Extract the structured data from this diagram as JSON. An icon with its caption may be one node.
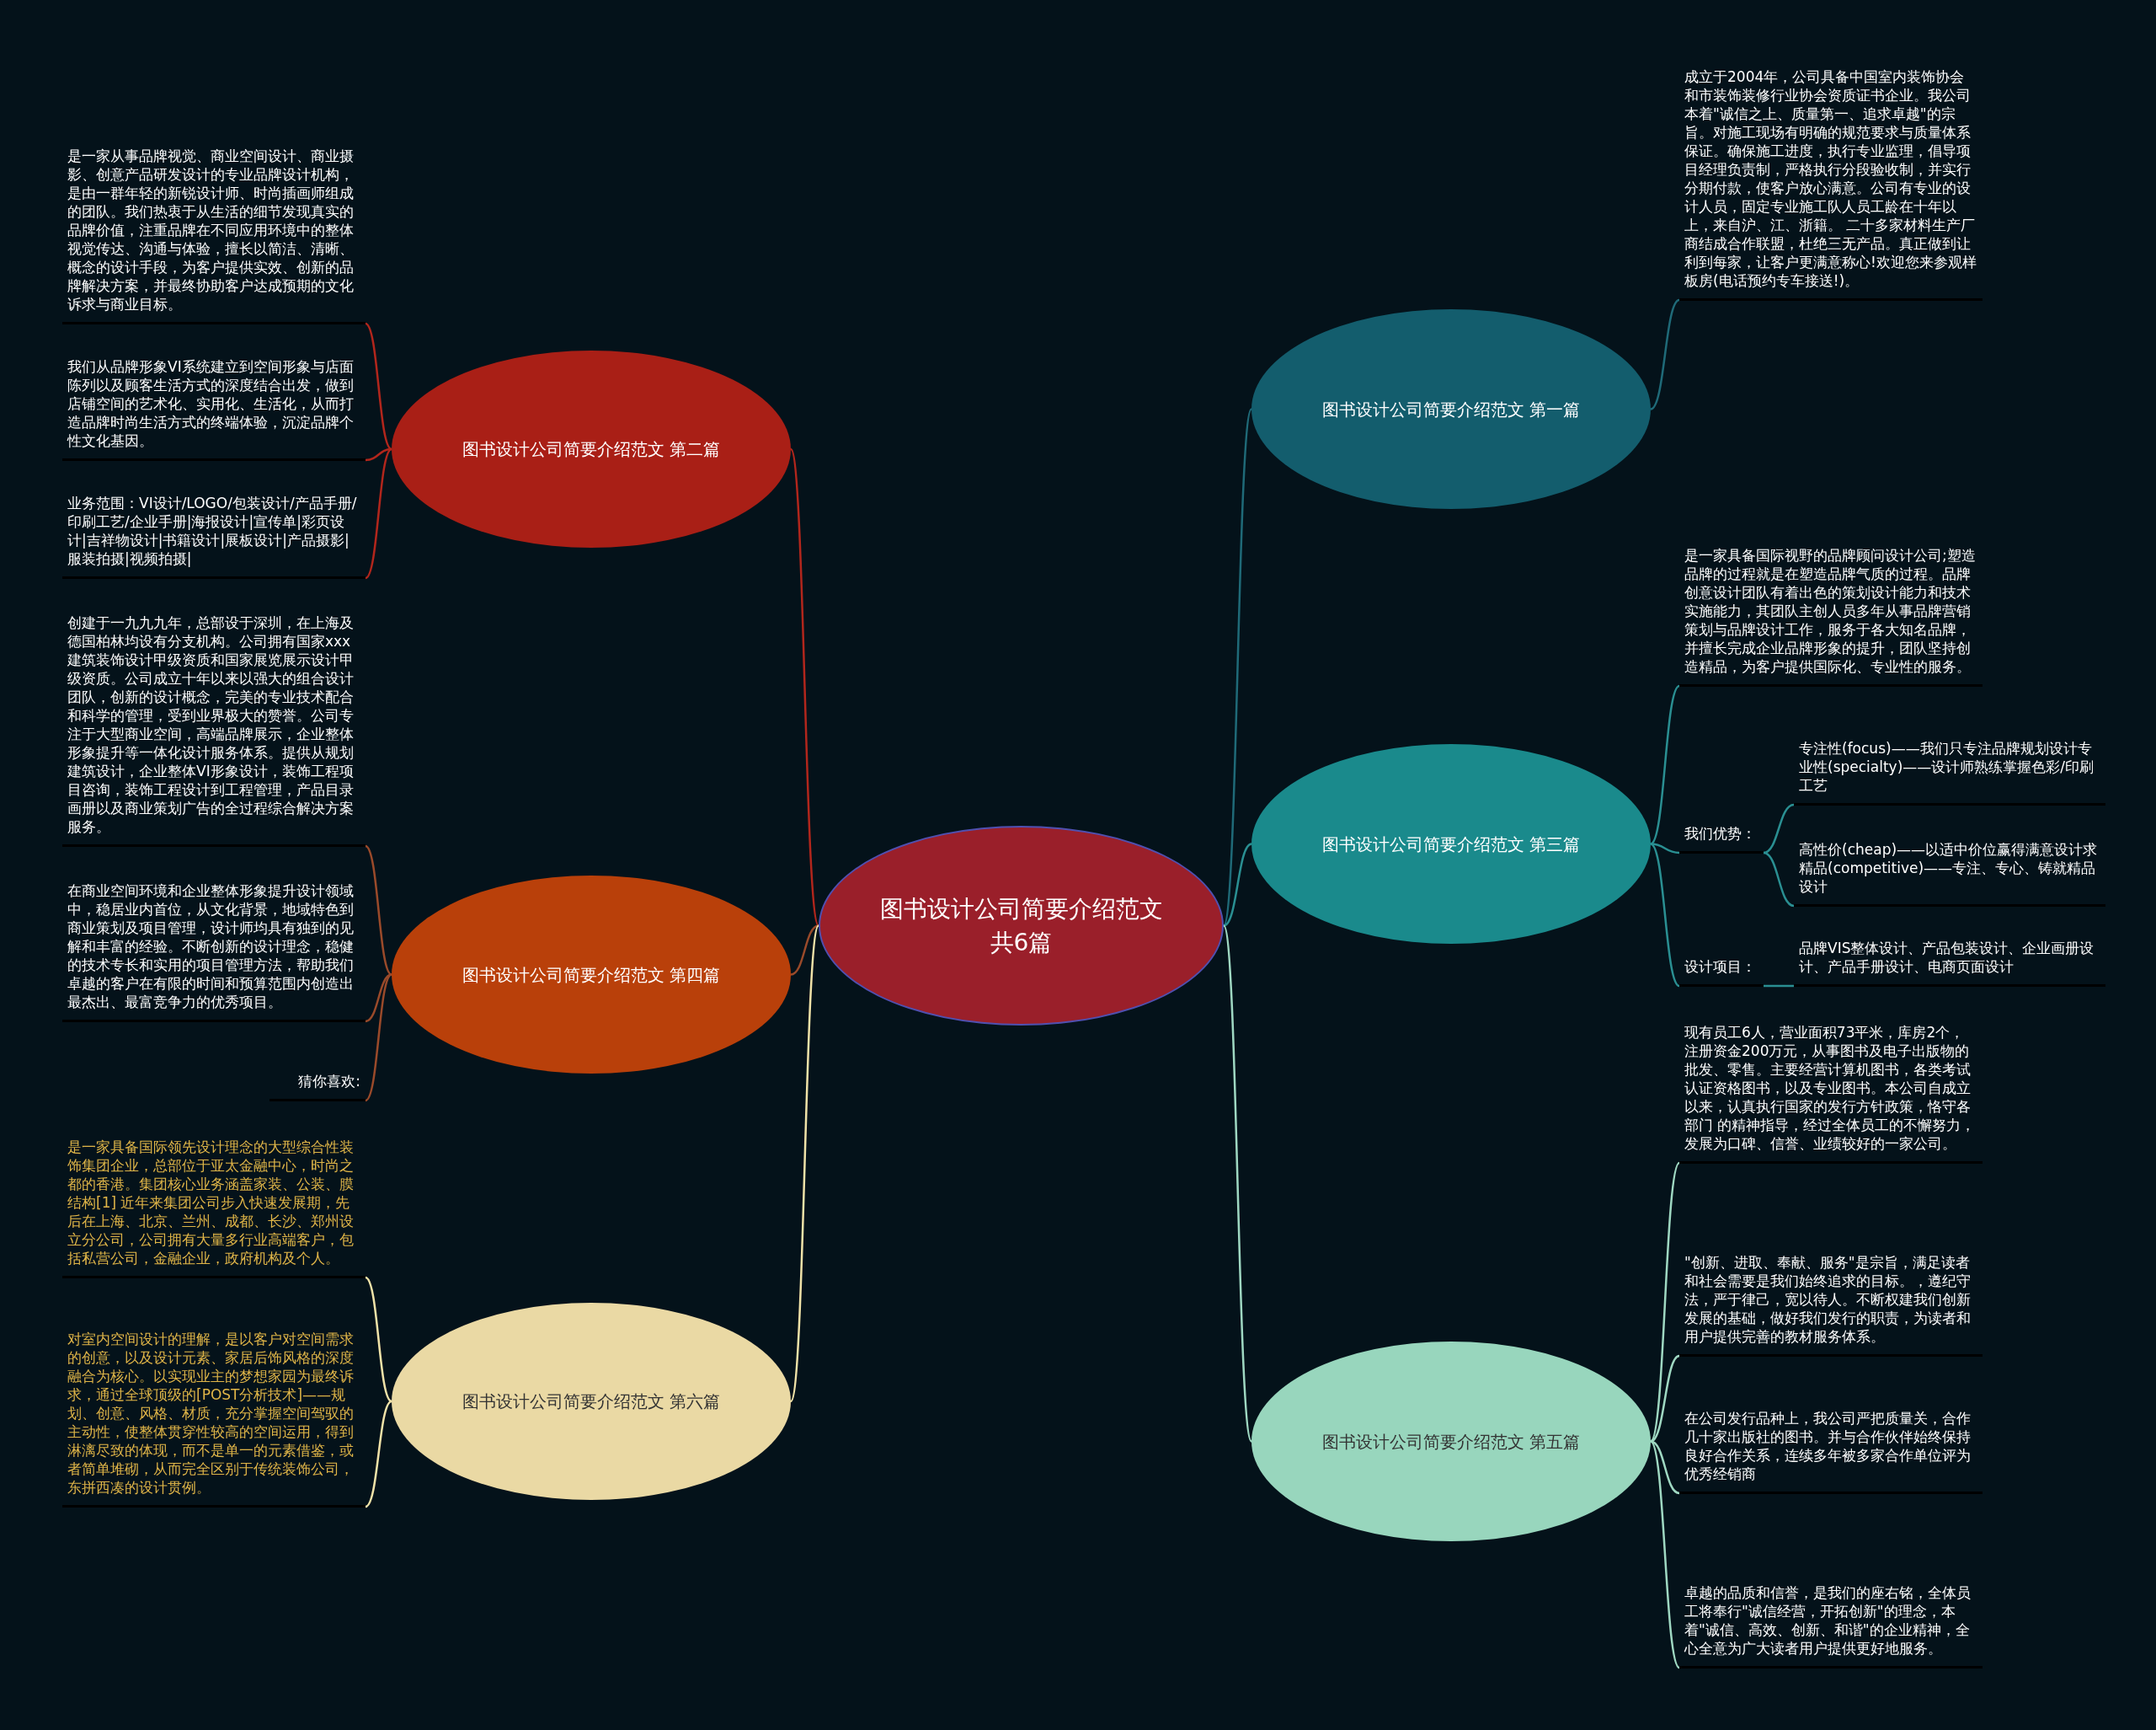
{
  "diagram": {
    "nodes": [
      {
        "text": [
          "图书设计公司简要介绍范文共6篇"
        ]
      },
      {
        "text": [
          "图书设计公司简要介绍范文 第二篇"
        ]
      },
      {
        "text": [
          "是一家从事品牌视觉、商业空间设计、商业摄影、创意产品研发设计的专业品牌设计机构，是由一群年轻的新锐设计师、时尚插画师组成的团队。我们热衷于从生活的细节发现真实的品牌价值，注重品牌在不同应用环境中的整体视觉传达、沟通与体验，擅长以简洁、清晰、概念的设计手段，为客户提供实效、创新的品牌解决方案，并最终协助客户达成预期的文化诉求与商业目标。"
        ]
      },
      {
        "text": [
          "我们从品牌形象VI系统建立到空间形象与店面陈列以及顾客生活方式的深度结合出发，做到店铺空间的艺术化、实用化、生活化，从而打造品牌时尚生活方式的终端体验，沉淀品牌个性文化基因。"
        ]
      },
      {
        "text": [
          "业务范围：VI设计/LOGO/包装设计/产品手册/印刷工艺/企业手册|海报设计|宣传单|彩页设计|吉祥物设计|书籍设计|展板设计|产品摄影|服装拍摄|视频拍摄|"
        ]
      },
      {
        "text": [
          "图书设计公司简要介绍范文 第四篇"
        ]
      },
      {
        "text": [
          "创建于一九九九年，总部设于深圳，在上海及德国柏林均设有分支机构。公司拥有国家xxx建筑装饰设计甲级资质和国家展览展示设计甲级资质。公司成立十年以来以强大的组合设计团队，创新的设计概念，完美的专业技术配合和科学的管理，受到业界极大的赞誉。公司专注于大型商业空间，高端品牌展示，企业整体形象提升等一体化设计服务体系。提供从规划建筑设计，企业整体VI形象设计，装饰工程项目咨询，装饰工程设计到工程管理，产品目录画册以及商业策划广告的全过程综合解决方案服务。"
        ]
      },
      {
        "text": [
          "在商业空间环境和企业整体形象提升设计领域中，稳居业内首位，从文化背景，地域特色到商业策划及项目管理，设计师均具有独到的见解和丰富的经验。不断创新的设计理念，稳健的技术专长和实用的项目管理方法，帮助我们卓越的客户在有限的时间和预算范围内创造出最杰出、最富竞争力的优秀项目。"
        ]
      },
      {
        "text": [
          "猜你喜欢:"
        ]
      },
      {
        "text": [
          "图书设计公司简要介绍范文 第六篇"
        ]
      },
      {
        "text": [
          "是一家具备国际领先设计理念的大型综合性装饰集团企业，总部位于亚太金融中心，时尚之都的香港。集团核心业务涵盖家装、公装、膜结构[1] 近年来集团公司步入快速发展期，先后在上海、北京、兰州、成都、长沙、郑州设立分公司，公司拥有大量多行业高端客户，包括私营公司，金融企业，政府机构及个人。"
        ]
      },
      {
        "text": [
          "对室内空间设计的理解，是以客户对空间需求的创意，以及设计元素、家居后饰风格的深度融合为核心。以实现业主的梦想家园为最终诉求，通过全球顶级的[POST分析技术]——规划、创意、风格、材质，充分掌握空间驾驭的主动性，使整体贯穿性较高的空间运用，得到淋漓尽致的体现，而不是单一的元素借鉴，或者简单堆砌，从而完全区别于传统装饰公司，东拼西凑的设计贯例。"
        ]
      },
      {
        "text": [
          "图书设计公司简要介绍范文 第一篇"
        ]
      },
      {
        "text": [
          "成立于2004年，公司具备中国室内装饰协会和市装饰装修行业协会资质证书企业。我公司本着\"诚信之上、质量第一、追求卓越\"的宗旨。对施工现场有明确的规范要求与质量体系保证。确保施工进度，执行专业监理，倡导项目经理负责制，严格执行分段验收制，并实行分期付款，使客户放心满意。公司有专业的设计人员，固定专业施工队人员工龄在十年以上，来自沪、江、浙籍。 二十多家材料生产厂商结成合作联盟，杜绝三无产品。真正做到让利到每家，让客户更满意称心!欢迎您来参观样板房(电话预约专车接送!)。"
        ]
      },
      {
        "text": [
          "图书设计公司简要介绍范文 第三篇"
        ]
      },
      {
        "text": [
          "是一家具备国际视野的品牌顾问设计公司;塑造品牌的过程就是在塑造品牌气质的过程。品牌创意设计团队有着出色的策划设计能力和技术实施能力，其团队主创人员多年从事品牌营销策划与品牌设计工作，服务于各大知名品牌，并擅长完成企业品牌形象的提升，团队坚持创造精品，为客户提供国际化、专业性的服务。"
        ]
      },
      {
        "text": [
          "我们优势："
        ]
      },
      {
        "text": [
          "专注性(focus)——我们只专注品牌规划设计专业性(specialty)——设计师熟练掌握色彩/印刷工艺"
        ]
      },
      {
        "text": [
          "高性价(cheap)——以适中价位赢得满意设计求精品(competitive)——专注、专心、铸就精品设计"
        ]
      },
      {
        "text": [
          "设计项目："
        ]
      },
      {
        "text": [
          "品牌VIS整体设计、产品包装设计、企业画册设计、产品手册设计、电商页面设计"
        ]
      },
      {
        "text": [
          "图书设计公司简要介绍范文 第五篇"
        ]
      },
      {
        "text": [
          "现有员工6人，营业面积73平米，库房2个，注册资金200万元，从事图书及电子出版物的批发、零售。主要经营计算机图书，各类考试认证资格图书，以及专业图书。本公司自成立以来，认真执行国家的发行方针政策，恪守各部门 的精神指导，经过全体员工的不懈努力，发展为口碑、信誉、业绩较好的一家公司。"
        ]
      },
      {
        "text": [
          "\"创新、进取、奉献、服务\"是宗旨，满足读者和社会需要是我们始终追求的目标。，遵纪守法，严于律己，宽以待人。不断权建我们创新发展的基础，做好我们发行的职责，为读者和用户提供完善的教材服务体系。"
        ]
      },
      {
        "text": [
          "在公司发行品种上，我公司严把质量关，合作几十家出版社的图书。并与合作伙伴始终保持良好合作关系，连续多年被多家合作单位评为优秀经销商"
        ]
      },
      {
        "text": [
          "卓越的品质和信誉，是我们的座右铭，全体员工将奉行\"诚信经营，开拓创新\"的理念，本着\"诚信、高效、创新、和谐\"的企业精神，全心全意为广大读者用户提供更好地服务。"
        ]
      }
    ],
    "edges": [
      {
        "from": 0,
        "to": 1,
        "arrow": "none",
        "color": "#b2261c"
      },
      {
        "from": 0,
        "to": 5,
        "arrow": "none",
        "color": "#9a4a2a"
      },
      {
        "from": 0,
        "to": 9,
        "arrow": "none",
        "color": "#f0e2a8"
      },
      {
        "from": 0,
        "to": 12,
        "arrow": "none",
        "color": "#1f6a78"
      },
      {
        "from": 0,
        "to": 14,
        "arrow": "none",
        "color": "#2a8f92"
      },
      {
        "from": 0,
        "to": 21,
        "arrow": "none",
        "color": "#9fd8c2"
      },
      {
        "from": 1,
        "to": 2,
        "arrow": "none",
        "color": "#b2261c"
      },
      {
        "from": 1,
        "to": 3,
        "arrow": "none",
        "color": "#b2261c"
      },
      {
        "from": 1,
        "to": 4,
        "arrow": "none",
        "color": "#b2261c"
      },
      {
        "from": 5,
        "to": 6,
        "arrow": "none",
        "color": "#9a4a2a"
      },
      {
        "from": 5,
        "to": 7,
        "arrow": "none",
        "color": "#9a4a2a"
      },
      {
        "from": 5,
        "to": 8,
        "arrow": "none",
        "color": "#9a4a2a"
      },
      {
        "from": 9,
        "to": 10,
        "arrow": "none",
        "color": "#f0e2a8"
      },
      {
        "from": 9,
        "to": 11,
        "arrow": "none",
        "color": "#f0e2a8"
      },
      {
        "from": 12,
        "to": 13,
        "arrow": "none",
        "color": "#1f6a78"
      },
      {
        "from": 14,
        "to": 15,
        "arrow": "none",
        "color": "#2a8f92"
      },
      {
        "from": 14,
        "to": 16,
        "arrow": "none",
        "color": "#2a8f92"
      },
      {
        "from": 14,
        "to": 19,
        "arrow": "none",
        "color": "#2a8f92"
      },
      {
        "from": 16,
        "to": 17,
        "arrow": "none",
        "color": "#2a8f92"
      },
      {
        "from": 16,
        "to": 18,
        "arrow": "none",
        "color": "#2a8f92"
      },
      {
        "from": 19,
        "to": 20,
        "arrow": "none",
        "color": "#2a8f92"
      },
      {
        "from": 21,
        "to": 22,
        "arrow": "none",
        "color": "#9fd8c2"
      },
      {
        "from": 21,
        "to": 23,
        "arrow": "none",
        "color": "#9fd8c2"
      },
      {
        "from": 21,
        "to": 24,
        "arrow": "none",
        "color": "#9fd8c2"
      },
      {
        "from": 21,
        "to": 25,
        "arrow": "none",
        "color": "#9fd8c2"
      }
    ]
  }
}
